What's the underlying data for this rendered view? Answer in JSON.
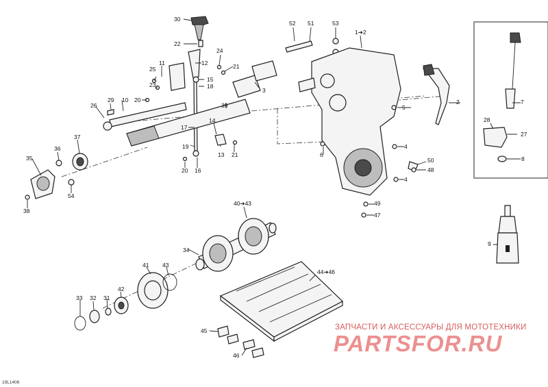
{
  "callouts": [
    {
      "id": "c30",
      "text": "30"
    },
    {
      "id": "c22",
      "text": "22"
    },
    {
      "id": "c12",
      "text": "12"
    },
    {
      "id": "c24",
      "text": "24"
    },
    {
      "id": "c21a",
      "text": "21"
    },
    {
      "id": "c11",
      "text": "11"
    },
    {
      "id": "c25",
      "text": "25"
    },
    {
      "id": "c23",
      "text": "23"
    },
    {
      "id": "c20a",
      "text": "20"
    },
    {
      "id": "c15",
      "text": "15"
    },
    {
      "id": "c18",
      "text": "18"
    },
    {
      "id": "c3",
      "text": "3"
    },
    {
      "id": "c10",
      "text": "10"
    },
    {
      "id": "c29",
      "text": "29"
    },
    {
      "id": "c26",
      "text": "26"
    },
    {
      "id": "c39",
      "text": "39"
    },
    {
      "id": "c17",
      "text": "17"
    },
    {
      "id": "c14",
      "text": "14"
    },
    {
      "id": "c19",
      "text": "19"
    },
    {
      "id": "c13",
      "text": "13"
    },
    {
      "id": "c21b",
      "text": "21"
    },
    {
      "id": "c20b",
      "text": "20"
    },
    {
      "id": "c16",
      "text": "16"
    },
    {
      "id": "c37",
      "text": "37"
    },
    {
      "id": "c36",
      "text": "36"
    },
    {
      "id": "c35",
      "text": "35"
    },
    {
      "id": "c54",
      "text": "54"
    },
    {
      "id": "c38",
      "text": "38"
    },
    {
      "id": "c52",
      "text": "52"
    },
    {
      "id": "c51",
      "text": "51"
    },
    {
      "id": "c53",
      "text": "53"
    },
    {
      "id": "c1",
      "text": "1➔2"
    },
    {
      "id": "c5",
      "text": "5"
    },
    {
      "id": "c2",
      "text": "2"
    },
    {
      "id": "c6",
      "text": "6"
    },
    {
      "id": "c4a",
      "text": "4"
    },
    {
      "id": "c4b",
      "text": "4"
    },
    {
      "id": "c50",
      "text": "50"
    },
    {
      "id": "c48",
      "text": "48"
    },
    {
      "id": "c49",
      "text": "49"
    },
    {
      "id": "c47",
      "text": "47"
    },
    {
      "id": "c7",
      "text": "7"
    },
    {
      "id": "c28",
      "text": "28"
    },
    {
      "id": "c27",
      "text": "27"
    },
    {
      "id": "c8",
      "text": "8"
    },
    {
      "id": "c9",
      "text": "9"
    },
    {
      "id": "c40",
      "text": "40➔43"
    },
    {
      "id": "c34",
      "text": "34"
    },
    {
      "id": "c41",
      "text": "41"
    },
    {
      "id": "c43",
      "text": "43"
    },
    {
      "id": "c44",
      "text": "44➔46"
    },
    {
      "id": "c33",
      "text": "33"
    },
    {
      "id": "c32",
      "text": "32"
    },
    {
      "id": "c31",
      "text": "31"
    },
    {
      "id": "c42",
      "text": "42"
    },
    {
      "id": "c45",
      "text": "45"
    },
    {
      "id": "c46",
      "text": "46"
    }
  ],
  "watermark": {
    "tagline": "ЗАПЧАСТИ И АКСЕССУАРЫ ДЛЯ МОТОТЕХНИКИ",
    "logo": "PARTSFOR.RU"
  },
  "drawing_code": "19L1406",
  "colors": {
    "line": "#1e1e1e",
    "fill_light": "#f4f4f4",
    "fill_dark": "#4a4a4a",
    "watermark": "#e25555"
  }
}
